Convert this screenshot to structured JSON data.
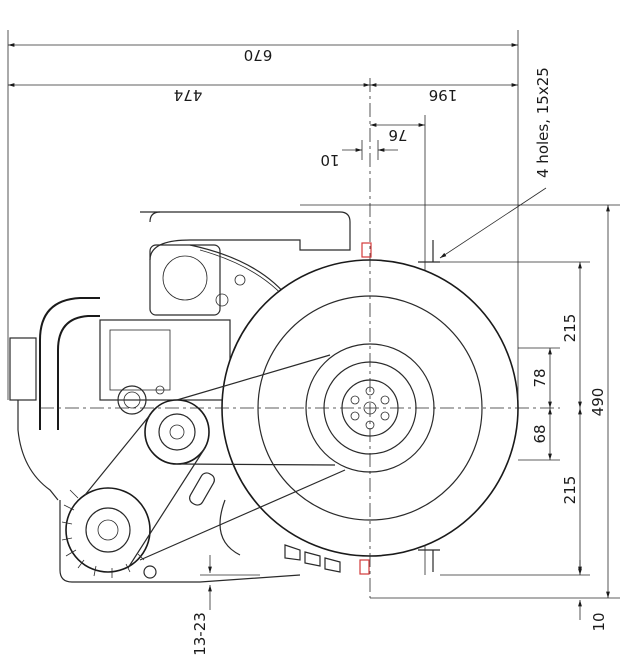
{
  "dimensions": {
    "overall_length": "670",
    "flywheel_offset": "474",
    "front_to_center": "196",
    "mount_offset": "76",
    "small_offset": "10",
    "height_total": "490",
    "height_upper": "215",
    "height_lower": "215",
    "hub_upper": "78",
    "hub_lower": "68",
    "bottom_gap": "10",
    "pulley_drop": "13-23"
  },
  "notes": {
    "holes": "4 holes, 15x25"
  },
  "colors": {
    "line": "#1a1a1a",
    "marker": "#d23a3a"
  }
}
